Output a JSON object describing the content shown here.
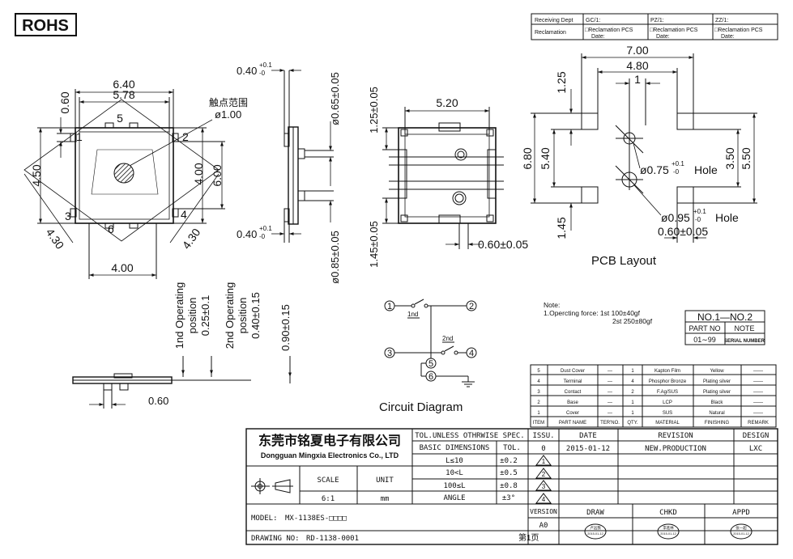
{
  "header": {
    "rohs": "ROHS",
    "receiving_dept": "Receiving Dept",
    "reclamation": "Reclamation",
    "gc": "GC/1:",
    "pz": "PZ/1:",
    "zz": "ZZ/1:",
    "reclamation_pcs": "□Reclamation  PCS",
    "date": "Date:"
  },
  "top_view": {
    "dim_640": "6.40",
    "dim_578": "5.78",
    "dim_060": "0.60",
    "dim_450": "4.50",
    "dim_400v": "4.00",
    "dim_600": "6.00",
    "dim_430l": "4.30",
    "dim_430r": "4.30",
    "dim_400h": "4.00",
    "pin1": "1",
    "pin2": "2",
    "pin3": "3",
    "pin4": "4",
    "pin5": "5",
    "pin6": "6",
    "contact_cn": "触点范围",
    "contact_dia": "ø1.00"
  },
  "side_view": {
    "dim_040_top": "0.40",
    "dim_040_bot": "0.40",
    "tol_plus": "+0.1",
    "tol_minus": "-0",
    "dia_065": "ø0.65±0.05",
    "dia_085": "ø0.85±0.05"
  },
  "bottom_view": {
    "dim_520": "5.20",
    "dim_125": "1.25±0.05",
    "dim_145": "1.45±0.05",
    "dim_060": "0.60±0.05"
  },
  "pcb": {
    "dim_700": "7.00",
    "dim_480": "4.80",
    "dim_1": "1",
    "dim_125": "1.25",
    "dim_680": "6.80",
    "dim_540": "5.40",
    "dim_350": "3.50",
    "dim_550": "5.50",
    "dim_145": "1.45",
    "hole1": "ø0.75",
    "hole2": "ø0.95",
    "hole_word": "Hole",
    "tol_plus": "+0.1",
    "tol_minus": "-0",
    "pad_060": "0.60±0.05",
    "title": "PCB Layout"
  },
  "front_view": {
    "op1": [
      "1nd Operating",
      "position",
      "0.25±0.1"
    ],
    "op2": [
      "2nd Operating",
      "position",
      "0.40±0.15"
    ],
    "dim_090": "0.90±0.15",
    "dim_060": "0.60"
  },
  "circuit": {
    "title": "Circuit Diagram",
    "n1": "1",
    "n2": "2",
    "n3": "3",
    "n4": "4",
    "n5": "5",
    "n6": "6",
    "lbl_1st": "1nd",
    "lbl_2nd": "2nd"
  },
  "note": {
    "line1": "Note:",
    "line2": "1.Opercting  force:  1st  100±40gf",
    "line3": "2st  250±80gf"
  },
  "part_table": {
    "range": "NO.1—NO.2",
    "col1": "PART NO",
    "col2": "NOTE",
    "val1": "01∼99",
    "val2": "SERIAL NUMBER"
  },
  "bom": {
    "rows": [
      {
        "item": "5",
        "name": "Dust Cover",
        "ter": "—",
        "qty": "1",
        "mat": "Kapton Film",
        "fin": "Yellow",
        "rem": "——"
      },
      {
        "item": "4",
        "name": "Terminal",
        "ter": "—",
        "qty": "4",
        "mat": "Phosphor Bronze",
        "fin": "Plating silver",
        "rem": "——"
      },
      {
        "item": "3",
        "name": "Contact",
        "ter": "—",
        "qty": "2",
        "mat": "F.Ag/SUS",
        "fin": "Plating silver",
        "rem": "——"
      },
      {
        "item": "2",
        "name": "Base",
        "ter": "—",
        "qty": "1",
        "mat": "LCP",
        "fin": "Black",
        "rem": "——"
      },
      {
        "item": "1",
        "name": "Cover",
        "ter": "—",
        "qty": "1",
        "mat": "SUS",
        "fin": "Natural",
        "rem": "——"
      }
    ],
    "headers": [
      "ITEM",
      "PART NAME",
      "TER'NO.",
      "QTY.",
      "MATERIAL",
      "FINISHING",
      "REMARK"
    ]
  },
  "title_block": {
    "company_cn": "东莞市铭夏电子有限公司",
    "company_en": "Dongguan Mingxia Electronics Co., LTD",
    "tol_header": "TOL.UNLESS OTHRWISE SPEC.",
    "basic_dims": "BASIC DIMENSIONS",
    "tol": "TOL.",
    "tol_rows": [
      {
        "range": "L≤10",
        "tol": "±0.2"
      },
      {
        "range": "10<L",
        "tol": "±0.5"
      },
      {
        "range": "100≤L",
        "tol": "±0.8"
      },
      {
        "range": "ANGLE",
        "tol": "±3°"
      }
    ],
    "scale_label": "SCALE",
    "unit_label": "UNIT",
    "scale": "6:1",
    "unit": "mm",
    "issu": "ISSU.",
    "date_h": "DATE",
    "revision_h": "REVISION",
    "design_h": "DESIGN",
    "issu_val": "0",
    "date_val": "2015-01-12",
    "revision_val": "NEW.PRODUCTION",
    "design_val": "LXC",
    "rev_marks": [
      "1",
      "2",
      "3",
      "4"
    ],
    "version_h": "VERSION",
    "version_val": "A0",
    "draw": "DRAW",
    "chkd": "CHKD",
    "appd": "APPD",
    "stamp1_name": "卢远我",
    "stamp2_name": "李進林",
    "stamp3_name": "张一超",
    "stamp_date": "2015-01-12",
    "model_label": "MODEL:",
    "model": "MX-1138ES-□□□□",
    "drawing_label": "DRAWING NO:",
    "drawing_no": "RD-1138-0001",
    "page": "第1页"
  }
}
